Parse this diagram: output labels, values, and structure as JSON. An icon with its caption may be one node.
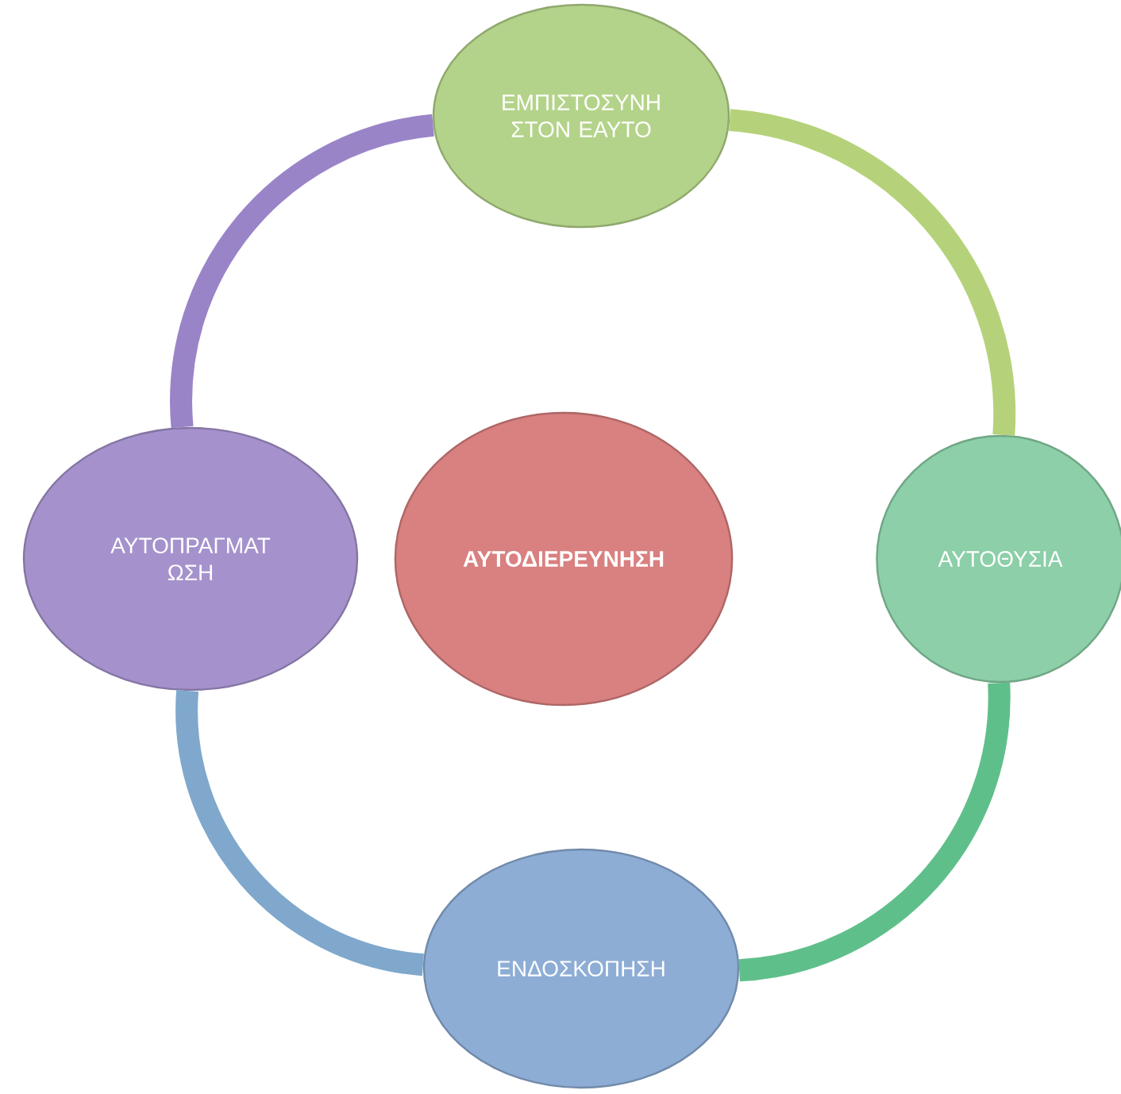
{
  "diagram": {
    "nodes": [
      {
        "text": [
          "ΕΜΠΙΣΤΟΣΥΝΗ ΣΤΟΝ ΕΑΥΤΟ"
        ]
      },
      {
        "text": [
          "ΑΥΤΟΠΡΑΓΜΑΤ ΩΣΗ"
        ]
      },
      {
        "text": [
          "ΑΥΤΟΔΙΕΡΕΥΝΗΣΗ"
        ]
      },
      {
        "text": [
          "ΑΥΤΟΘΥΣΙΑ"
        ]
      },
      {
        "text": [
          "ΕΝΔΟΣΚΟΠΗΣΗ"
        ]
      }
    ],
    "edges": [
      {
        "from": 0,
        "to": 3,
        "arrow": "none",
        "color": "#b5d27a"
      },
      {
        "from": 3,
        "to": 4,
        "arrow": "none",
        "color": "#5fbf8a"
      },
      {
        "from": 4,
        "to": 1,
        "arrow": "none",
        "color": "#7fa8cc"
      },
      {
        "from": 1,
        "to": 0,
        "arrow": "none",
        "color": "#9a84c8"
      }
    ]
  }
}
